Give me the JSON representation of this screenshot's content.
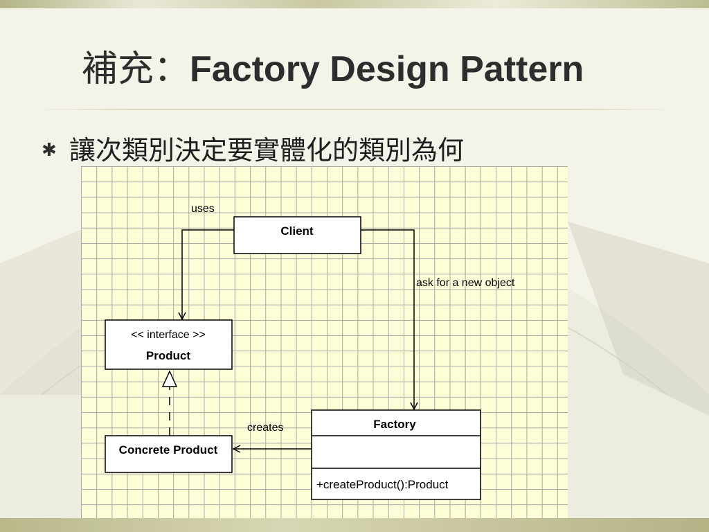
{
  "slide": {
    "title_cjk": "補充：",
    "title_latin": "Factory Design Pattern",
    "bullet_symbol": "✱",
    "bullet_text": "讓次類別決定要實體化的類別為何"
  },
  "diagram": {
    "client": {
      "label": "Client"
    },
    "product": {
      "stereotype": "<< interface >>",
      "label": "Product"
    },
    "concrete_product": {
      "label": "Concrete Product"
    },
    "factory": {
      "label": "Factory",
      "method": "+createProduct():Product"
    },
    "edges": {
      "uses": "uses",
      "ask": "ask for a new object",
      "creates": "creates"
    }
  },
  "colors": {
    "background": "#f4f3ea",
    "grid_fill": "#fdfdd8",
    "grid_line": "#a8a8a8",
    "title_text": "#2d2d2d"
  }
}
